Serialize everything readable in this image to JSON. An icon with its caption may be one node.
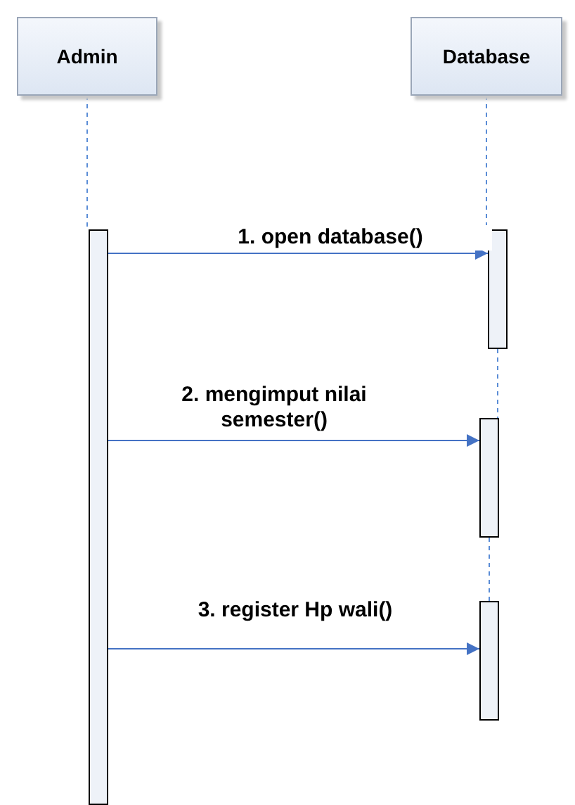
{
  "diagram": {
    "nodes": [
      {
        "text": [
          "Admin"
        ]
      },
      {
        "text": [
          "Database"
        ]
      },
      {
        "text": [],
        "shape": "bar"
      },
      {
        "text": [],
        "shape": "bar"
      },
      {
        "text": [],
        "shape": "bar"
      },
      {
        "text": [],
        "shape": "bar"
      }
    ],
    "edges": [
      {
        "from": 0,
        "to": 2,
        "arrow": "none",
        "style": "dashed"
      },
      {
        "from": 1,
        "to": 3,
        "arrow": "none",
        "style": "dashed"
      },
      {
        "from": 3,
        "to": 4,
        "arrow": "none",
        "style": "dashed"
      },
      {
        "from": 4,
        "to": 5,
        "arrow": "none",
        "style": "dashed"
      },
      {
        "from": 2,
        "to": 3,
        "arrow": "to",
        "label": "1. open database()"
      },
      {
        "from": 2,
        "to": 4,
        "arrow": "to",
        "label": "2. mengimput nilai semester()"
      },
      {
        "from": 2,
        "to": 5,
        "arrow": "to",
        "label": "3. register Hp wali()"
      }
    ]
  }
}
